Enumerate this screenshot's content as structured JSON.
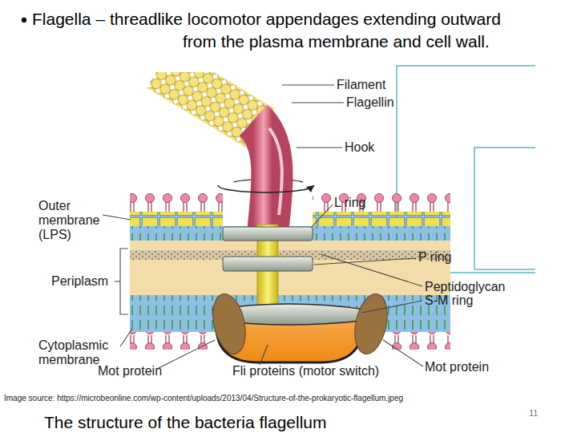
{
  "diagram": {
    "title": "Flagella – threadlike locomotor appendages extending outward from the plasma membrane and cell wall.",
    "caption": "The structure of the bacteria flagellum",
    "labels": [
      "Filament",
      "Flagellin",
      "Hook",
      "L ring",
      "Outer membrane (LPS)",
      "P ring",
      "Periplasm",
      "Peptidoglycan",
      "S-M ring",
      "Cytoplasmic membrane",
      "Mot protein",
      "Fli proteins (motor switch)",
      "Mot protein",
      "Image source: https://microbeonline.com/wp-content/uploads/2013/04/Structure-of-the-prokaryotic-flagellum.jpeg",
      "11"
    ]
  }
}
